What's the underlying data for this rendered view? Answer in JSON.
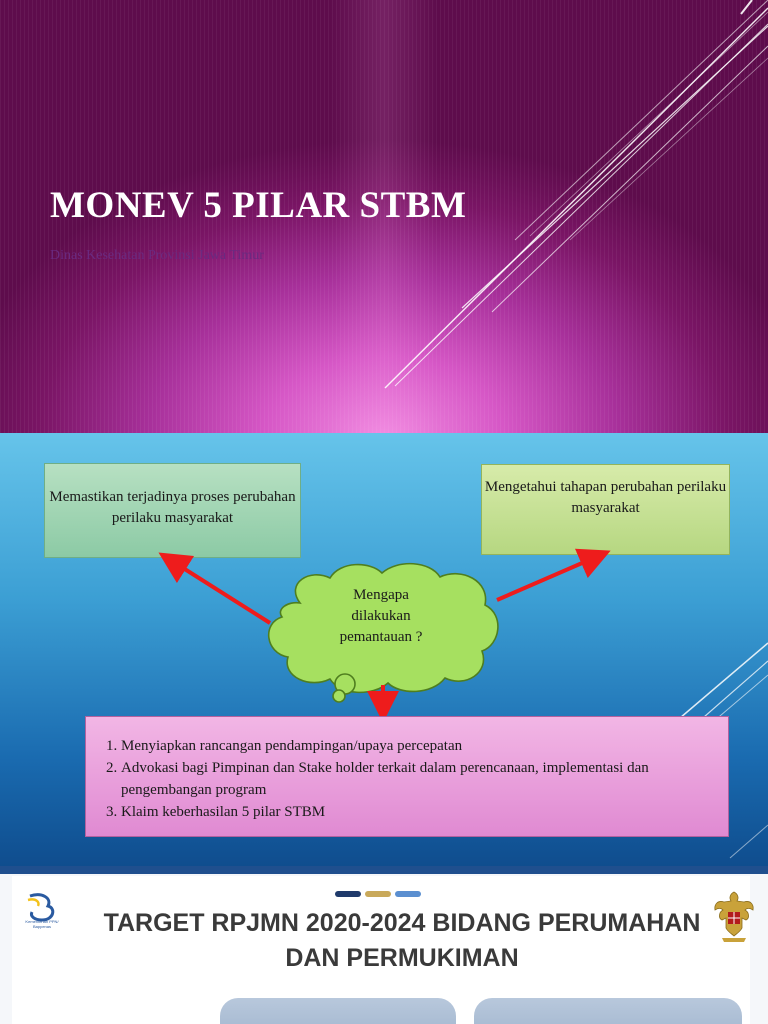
{
  "slide1": {
    "title": "MONEV 5 PILAR STBM",
    "subtitle": "Dinas Kesehatan Provinsi Jawa Timur"
  },
  "slide2": {
    "left_box": "Memastikan terjadinya proses perubahan perilaku masyarakat",
    "right_box": "Mengetahui tahapan perubahan perilaku masyarakat",
    "cloud": {
      "line1": "Mengapa",
      "line2": "dilakukan",
      "line3": "pemantauan ?"
    },
    "list": [
      "Menyiapkan rancangan pendampingan/upaya percepatan",
      "Advokasi bagi Pimpinan dan Stake holder terkait dalam perencanaan, implementasi dan pengembangan program",
      "Klaim keberhasilan 5 pilar STBM"
    ],
    "colors": {
      "arrow": "#ee1c1c",
      "cloud_fill": "#a6e060"
    }
  },
  "slide3": {
    "title_line1": "TARGET RPJMN 2020-2024 BIDANG PERUMAHAN",
    "title_line2": "DAN PERMUKIMAN",
    "logo_caption": "Kementerian PPN/ Bappenas",
    "dash_colors": [
      "#1f3a6b",
      "#c9a95a",
      "#5b8fd0"
    ]
  }
}
